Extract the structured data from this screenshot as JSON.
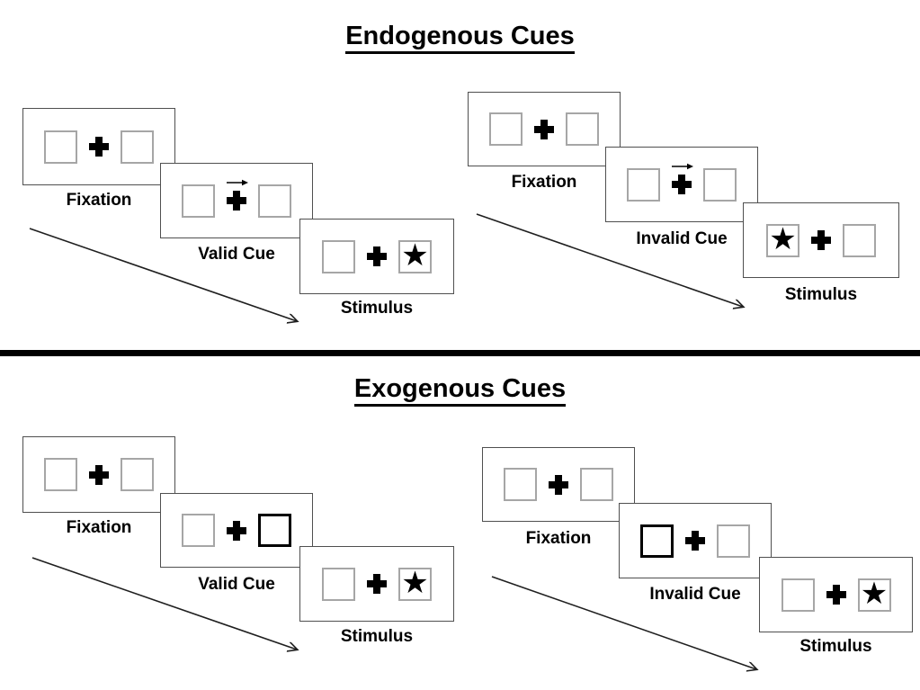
{
  "figure": {
    "sections": [
      {
        "title": "Endogenous Cues",
        "groups": [
          {
            "trial": "valid",
            "cue_symbol": "right-arrow-above-fixation-cross",
            "panels": [
              {
                "label": "Fixation",
                "left_box": "empty",
                "right_box": "empty"
              },
              {
                "label": "Valid Cue",
                "left_box": "empty",
                "right_box": "empty",
                "cue_arrow_direction": "right"
              },
              {
                "label": "Stimulus",
                "left_box": "empty",
                "right_box": "star"
              }
            ]
          },
          {
            "trial": "invalid",
            "cue_symbol": "right-arrow-above-fixation-cross",
            "panels": [
              {
                "label": "Fixation",
                "left_box": "empty",
                "right_box": "empty"
              },
              {
                "label": "Invalid Cue",
                "left_box": "empty",
                "right_box": "empty",
                "cue_arrow_direction": "right"
              },
              {
                "label": "Stimulus",
                "left_box": "star",
                "right_box": "empty"
              }
            ]
          }
        ]
      },
      {
        "title": "Exogenous Cues",
        "groups": [
          {
            "trial": "valid",
            "cue_symbol": "highlighted-box",
            "panels": [
              {
                "label": "Fixation",
                "left_box": "empty",
                "right_box": "empty"
              },
              {
                "label": "Valid Cue",
                "left_box": "empty",
                "right_box": "highlighted"
              },
              {
                "label": "Stimulus",
                "left_box": "empty",
                "right_box": "star"
              }
            ]
          },
          {
            "trial": "invalid",
            "cue_symbol": "highlighted-box",
            "panels": [
              {
                "label": "Fixation",
                "left_box": "empty",
                "right_box": "empty"
              },
              {
                "label": "Invalid Cue",
                "left_box": "highlighted",
                "right_box": "empty"
              },
              {
                "label": "Stimulus",
                "left_box": "empty",
                "right_box": "star"
              }
            ]
          }
        ]
      }
    ],
    "glyphs": {
      "star": "★"
    },
    "colors": {
      "ink": "#000000",
      "panel_border": "#4f4f4f",
      "box_border": "#a6a6a6",
      "background": "#ffffff"
    }
  }
}
